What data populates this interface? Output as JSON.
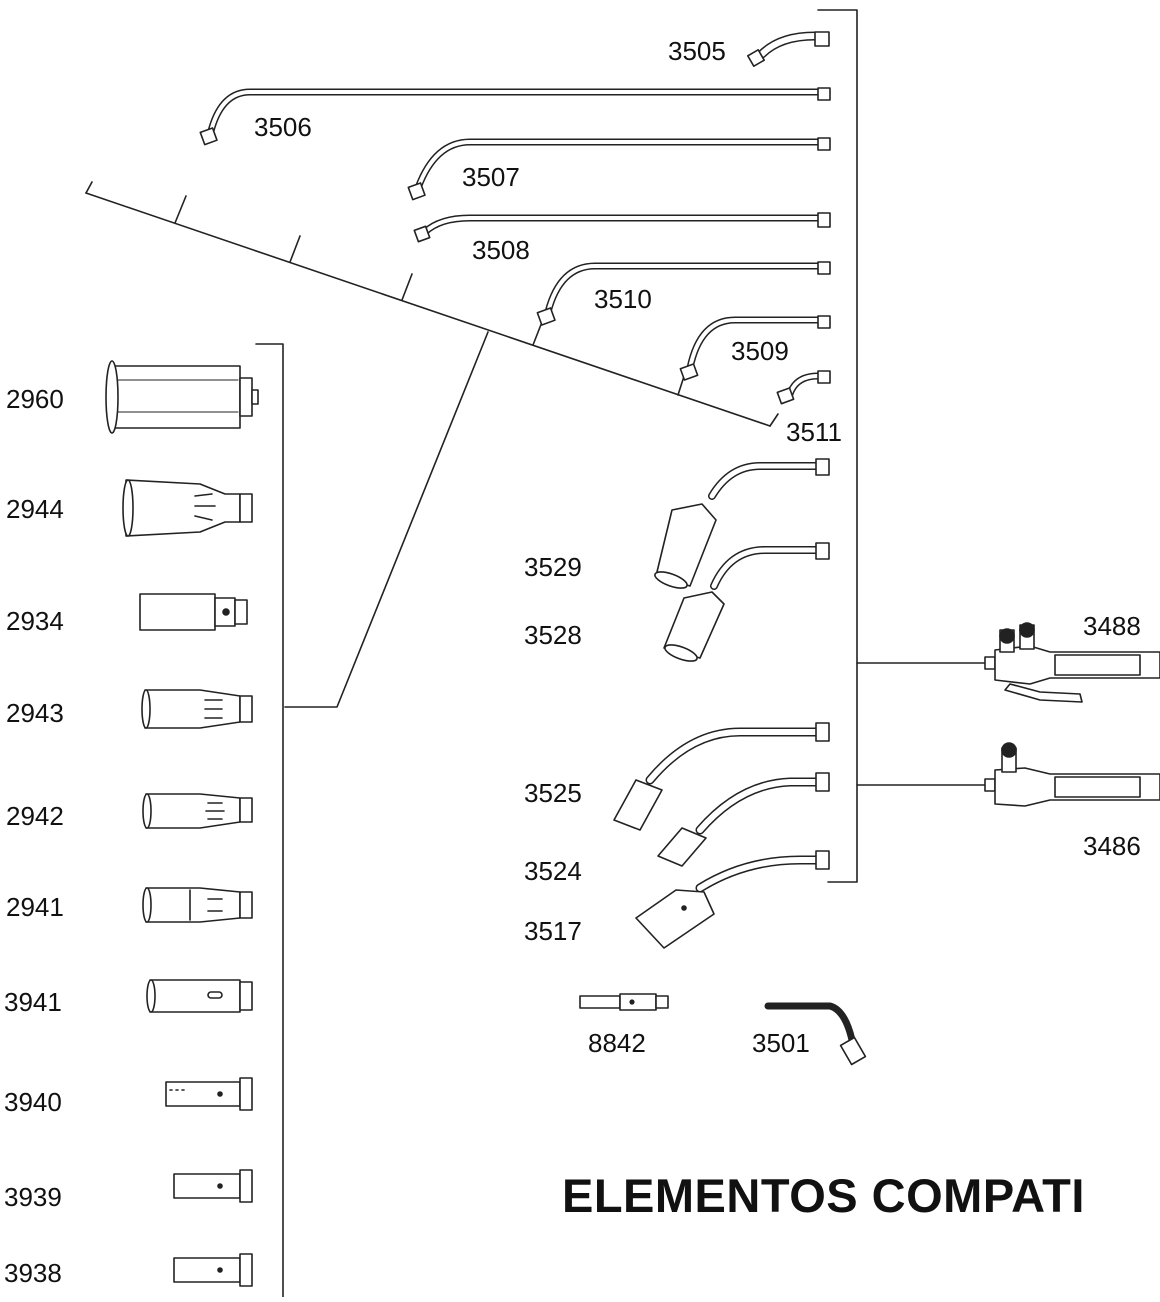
{
  "title": "ELEMENTOS COMPATI",
  "labels": {
    "p3505": "3505",
    "p3506": "3506",
    "p3507": "3507",
    "p3508": "3508",
    "p3510": "3510",
    "p3509": "3509",
    "p3511": "3511",
    "p3529": "3529",
    "p3528": "3528",
    "p3525": "3525",
    "p3524": "3524",
    "p3517": "3517",
    "p8842": "8842",
    "p3501": "3501",
    "p3488": "3488",
    "p3486": "3486",
    "p2960": "2960",
    "p2944": "2944",
    "p2934": "2934",
    "p2943": "2943",
    "p2942": "2942",
    "p2941": "2941",
    "p3941": "3941",
    "p3940": "3940",
    "p3939": "3939",
    "p3938": "3938"
  }
}
